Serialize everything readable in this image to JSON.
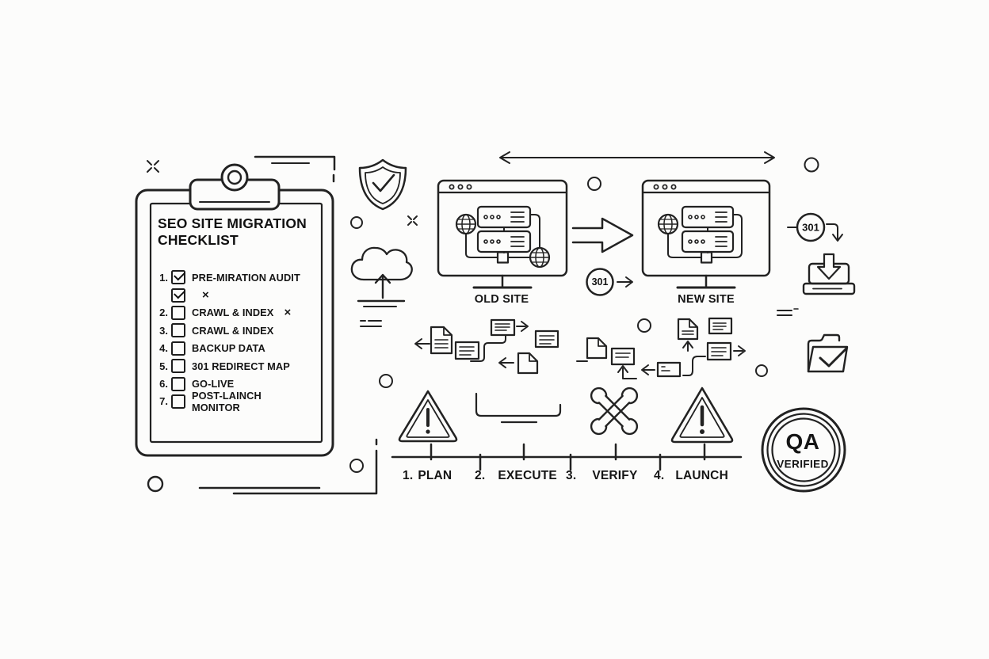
{
  "clipboard": {
    "title": "SEO SITE MIGRATION CHECKLIST",
    "items": [
      {
        "num": "1.",
        "checked": true,
        "label": "PRE-MIRATION AUDIT",
        "suffix": ""
      },
      {
        "num": "",
        "checked": true,
        "label": "",
        "suffix": "×"
      },
      {
        "num": "2.",
        "checked": false,
        "label": "CRAWL & INDEX",
        "suffix": "×"
      },
      {
        "num": "3.",
        "checked": false,
        "label": "CRAWL & INDEX",
        "suffix": ""
      },
      {
        "num": "4.",
        "checked": false,
        "label": "BACKUP DATA",
        "suffix": ""
      },
      {
        "num": "5.",
        "checked": false,
        "label": "301 REDIRECT MAP",
        "suffix": ""
      },
      {
        "num": "6.",
        "checked": false,
        "label": "GO-LIVE",
        "suffix": ""
      },
      {
        "num": "7.",
        "checked": false,
        "label": "POST-LAINCH MONITOR",
        "suffix": ""
      }
    ]
  },
  "sites": {
    "old_label": "OLD SITE",
    "new_label": "NEW SITE"
  },
  "redirects": {
    "mid_badge": "301",
    "right_badge": "301"
  },
  "timeline": {
    "steps": [
      {
        "num": "1.",
        "label": "PLAN"
      },
      {
        "num": "2.",
        "label": "EXECUTE"
      },
      {
        "num": "3.",
        "label": "VERIFY"
      },
      {
        "num": "4.",
        "label": "LAUNCH"
      }
    ]
  },
  "qa_badge": {
    "line1": "QA",
    "line2": "VERIFIED"
  },
  "icons": [
    "shield-check",
    "cloud-upload",
    "globe",
    "server-stack",
    "browser-window",
    "document-file",
    "document-card",
    "warning-triangle",
    "execute-bracket",
    "crossed-wrenches",
    "redirect-301-badge",
    "download-tray",
    "folder-check",
    "qa-seal"
  ],
  "colors": {
    "ink": "#222222",
    "background": "#fcfcfb"
  }
}
